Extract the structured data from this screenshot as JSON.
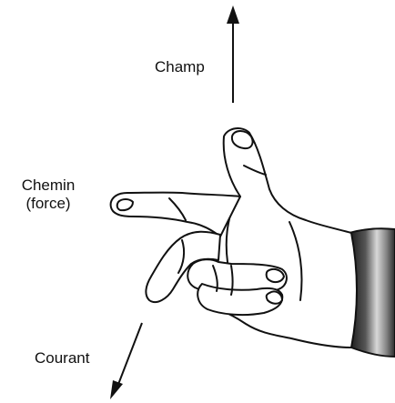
{
  "labels": {
    "champ": "Champ",
    "chemin_line1": "Chemin",
    "chemin_line2": "(force)",
    "courant": "Courant"
  },
  "colors": {
    "ink": "#111111",
    "skin": "#ffffff",
    "sleeve_dark": "#1a1a1a",
    "sleeve_mid": "#777777",
    "sleeve_light": "#d8d8d8"
  }
}
